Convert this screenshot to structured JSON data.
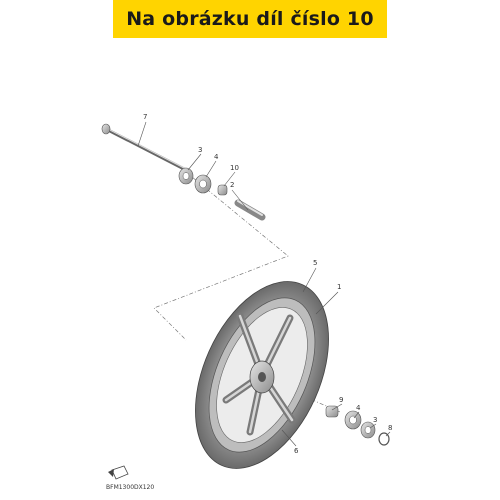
{
  "banner": {
    "text": "Na obrázku díl číslo 10"
  },
  "callouts": [
    "7",
    "3",
    "4",
    "10",
    "2",
    "5",
    "1",
    "9",
    "4",
    "3",
    "8",
    "6"
  ],
  "diagram_code": "BFM1300DX120",
  "colors": {
    "banner_bg": "#ffd400",
    "banner_text": "#1a1a1a",
    "line": "#555555"
  }
}
